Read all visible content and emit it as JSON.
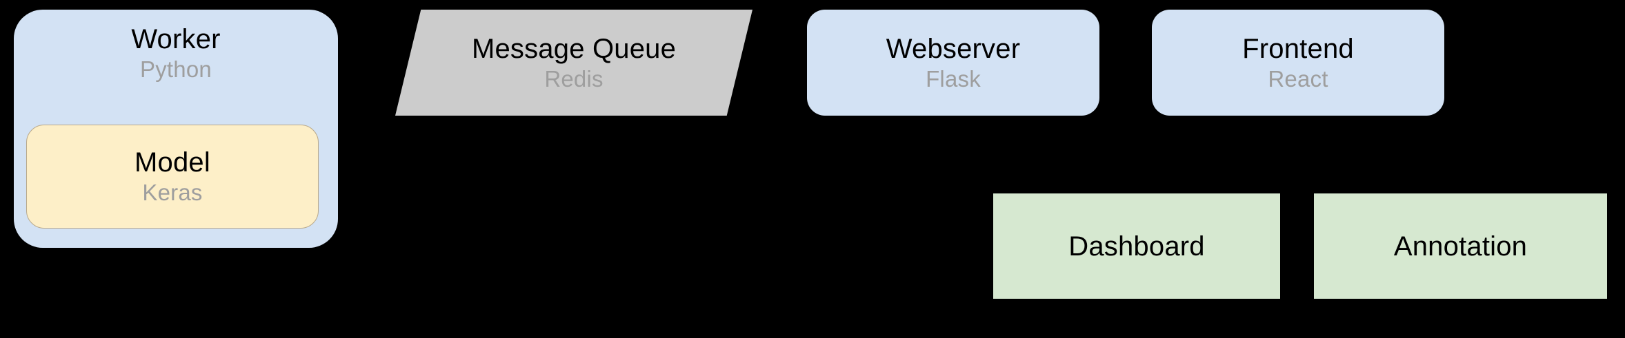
{
  "diagram": {
    "type": "system-architecture",
    "background_color": "#000000",
    "nodes": [
      {
        "id": "worker",
        "title": "Worker",
        "subtitle": "Python",
        "shape": "rounded-rectangle",
        "fill": "#d3e2f4"
      },
      {
        "id": "model",
        "title": "Model",
        "subtitle": "Keras",
        "shape": "rounded-rectangle",
        "fill": "#fdefc8",
        "parent": "worker"
      },
      {
        "id": "message-queue",
        "title": "Message Queue",
        "subtitle": "Redis",
        "shape": "parallelogram",
        "fill": "#cccccc"
      },
      {
        "id": "webserver",
        "title": "Webserver",
        "subtitle": "Flask",
        "shape": "rounded-rectangle",
        "fill": "#d3e2f4"
      },
      {
        "id": "frontend",
        "title": "Frontend",
        "subtitle": "React",
        "shape": "rounded-rectangle",
        "fill": "#d3e2f4"
      },
      {
        "id": "dashboard",
        "title": "Dashboard",
        "subtitle": "",
        "shape": "rectangle",
        "fill": "#d6e8d0"
      },
      {
        "id": "annotation",
        "title": "Annotation",
        "subtitle": "",
        "shape": "rectangle",
        "fill": "#d6e8d0"
      }
    ],
    "colors": {
      "blue_fill": "#d3e2f4",
      "cream_fill": "#fdefc8",
      "grey_fill": "#cccccc",
      "green_fill": "#d6e8d0",
      "title_text": "#000000",
      "subtitle_text": "#9e9e9e",
      "model_border": "#b8a88a"
    }
  }
}
